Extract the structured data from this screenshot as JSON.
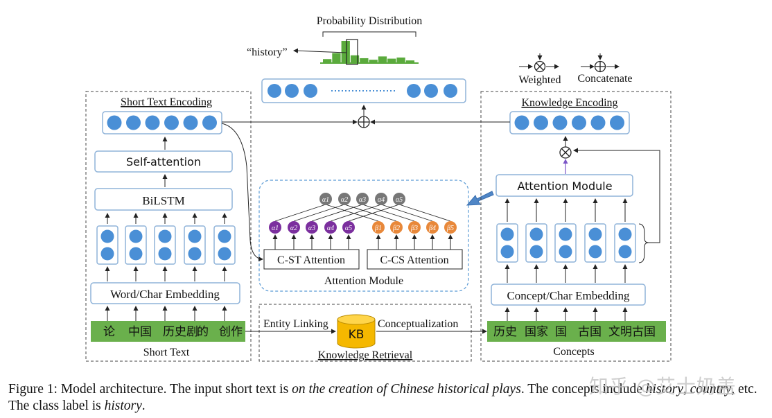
{
  "top": {
    "title": "Probability Distribution",
    "output_label": "“history”",
    "histogram_levels": [
      0.18,
      0.45,
      1.0,
      0.35,
      0.22,
      0.15,
      0.3,
      0.2,
      0.25,
      0.12
    ]
  },
  "legend": {
    "weighted": "Weighted",
    "concatenate": "Concatenate"
  },
  "left": {
    "title": "Short Text Encoding",
    "self_attention": "Self-attention",
    "bilstm": "BiLSTM",
    "embedding": "Word/Char Embedding",
    "tokens": [
      "论",
      "中国",
      "历史剧",
      "的",
      "创作"
    ],
    "footer": "Short Text"
  },
  "middle": {
    "alphas_top": [
      "α1",
      "α2",
      "α3",
      "α4",
      "α5"
    ],
    "alphas": [
      "α1",
      "α2",
      "α3",
      "α4",
      "α5"
    ],
    "betas": [
      "β1",
      "β2",
      "β3",
      "β4",
      "β5"
    ],
    "cst": "C-ST Attention",
    "ccs": "C-CS Attention",
    "title": "Attention Module"
  },
  "retrieval": {
    "entity_linking": "Entity Linking",
    "kb": "KB",
    "conceptualization": "Conceptualization",
    "title": "Knowledge Retrieval"
  },
  "right": {
    "title": "Knowledge Encoding",
    "attention": "Attention Module",
    "embedding": "Concept/Char Embedding",
    "concepts": [
      "历史",
      "国家",
      "国",
      "古国",
      "文明古国"
    ],
    "footer": "Concepts"
  },
  "caption": {
    "p1": "Figure 1: Model architecture. The input short text is ",
    "i1": "on the creation of Chinese historical plays",
    "p2": ". The concepts include ",
    "i2": "history",
    "p3": ", ",
    "i3": "country",
    "p4": ", etc. The class label is ",
    "i4": "history",
    "p5": "."
  },
  "watermark": "知乎 @艾士奶盖",
  "colors": {
    "node_blue": "#4a8fd6",
    "box_border": "#8fb3d9",
    "token_green": "#6ab04c",
    "alpha_purple": "#7b2f9e",
    "beta_orange": "#e8883a",
    "kb_yellow": "#f5b800",
    "grey_node": "#777777",
    "bar_green": "#5aaa3c"
  }
}
